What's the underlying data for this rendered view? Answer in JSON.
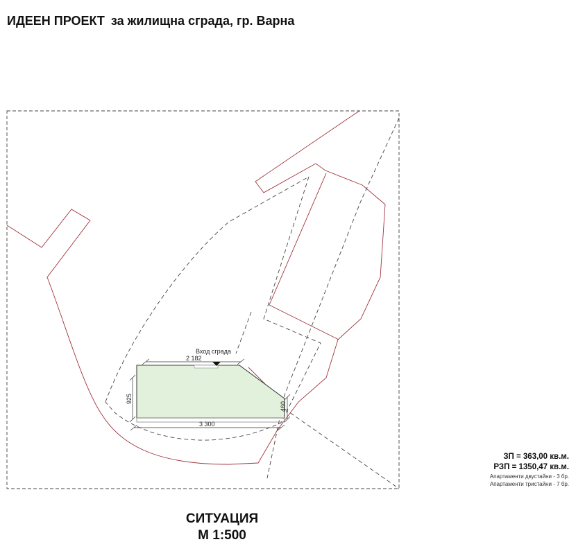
{
  "header": {
    "title_bold": "ИДЕЕН ПРОЕКТ",
    "title_rest": "за жилищна сграда,  гр. Варна"
  },
  "plan": {
    "entrance_label": "Вход сграда",
    "dimensions": {
      "top_width": "2 182",
      "bottom_width": "3 300",
      "left_height": "925",
      "right_height": "460"
    },
    "colors": {
      "plot_boundary": "#a0343c",
      "building_fill": "#e2f1dc",
      "building_outline": "#444444",
      "dashed_lines": "#444444"
    }
  },
  "stats": {
    "zp": "ЗП = 363,00 кв.м.",
    "rzp": "РЗП = 1350,47 кв.м.",
    "note1": "Апартаменти двустайни - 3 бр.",
    "note2": "Апартаменти тристайни - 7 бр."
  },
  "caption": {
    "title": "СИТУАЦИЯ",
    "scale": "М 1:500"
  }
}
